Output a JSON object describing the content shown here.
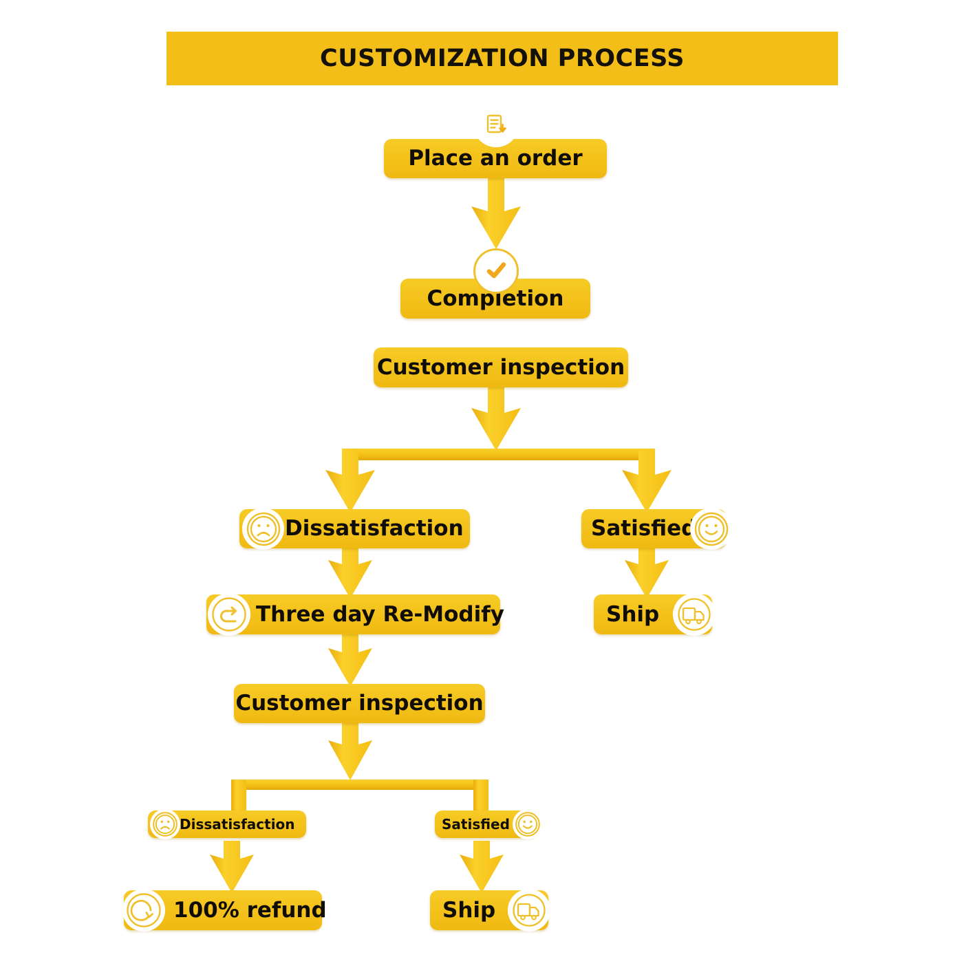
{
  "header": {
    "title": "CUSTOMIZATION PROCESS",
    "bar_color": "#F2BE17"
  },
  "theme": {
    "box_fill_top": "#F7CB27",
    "box_fill_bottom": "#EFB912",
    "connector_color": "#F7C61D",
    "connector_shadow": "#E0A910",
    "icon_stroke": "#EFC02A",
    "text_color": "#100d07",
    "badge_bg": "#FFFFFF"
  },
  "nodes": {
    "place_order": {
      "label": "Place an order",
      "icon": "order-document-icon"
    },
    "completion": {
      "label": "Completion",
      "icon": "check-circle-icon"
    },
    "customer_inspection_1": {
      "label": "Customer inspection",
      "icon": "none"
    },
    "dissatisfaction_1": {
      "label": "Dissatisfaction",
      "icon": "sad-face-icon"
    },
    "satisfied_1": {
      "label": "Satisfied",
      "icon": "happy-face-icon"
    },
    "three_day_remodify": {
      "label": "Three day Re-Modify",
      "icon": "redo-arrow-icon"
    },
    "ship_1": {
      "label": "Ship",
      "icon": "truck-icon"
    },
    "customer_inspection_2": {
      "label": "Customer inspection",
      "icon": "none"
    },
    "dissatisfaction_2": {
      "label": "Dissatisfaction",
      "icon": "sad-face-icon"
    },
    "satisfied_2": {
      "label": "Satisfied",
      "icon": "happy-face-icon"
    },
    "refund": {
      "label": "100% refund",
      "icon": "refund-circle-arrow-icon"
    },
    "ship_2": {
      "label": "Ship",
      "icon": "truck-icon"
    }
  },
  "flow": {
    "branch_1": {
      "left": "Dissatisfaction",
      "right": "Satisfied"
    },
    "branch_2": {
      "left": "Dissatisfaction",
      "right": "Satisfied"
    }
  }
}
